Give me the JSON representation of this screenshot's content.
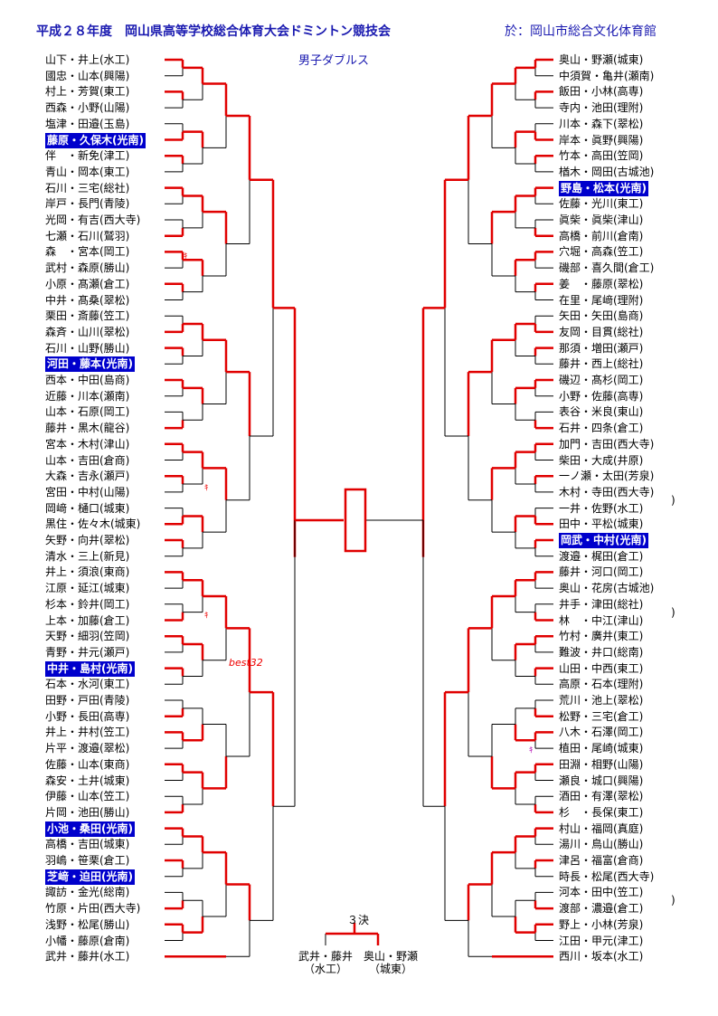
{
  "header": {
    "title": "平成２８年度　岡山県高等学校総合体育大会ドミントン競技会",
    "venue": "於：岡山市総合文化体育館",
    "event": "男子ダブルス"
  },
  "left_entries": [
    {
      "name": "山下・井上(水工)",
      "hl": false
    },
    {
      "name": "國忠・山本(興陽)",
      "hl": false
    },
    {
      "name": "村上・芳賀(東工)",
      "hl": false
    },
    {
      "name": "西森・小野(山陽)",
      "hl": false
    },
    {
      "name": "塩津・田邉(玉島)",
      "hl": false
    },
    {
      "name": "藤原・久保木(光南)",
      "hl": true
    },
    {
      "name": "伴　・新免(津工)",
      "hl": false
    },
    {
      "name": "青山・岡本(東工)",
      "hl": false
    },
    {
      "name": "石川・三宅(総社)",
      "hl": false
    },
    {
      "name": "岸戸・長門(青陵)",
      "hl": false
    },
    {
      "name": "光岡・有吉(西大寺)",
      "hl": false
    },
    {
      "name": "七瀬・石川(鷲羽)",
      "hl": false
    },
    {
      "name": "森　・宮本(岡工)",
      "hl": false
    },
    {
      "name": "武村・森原(勝山)",
      "hl": false
    },
    {
      "name": "小原・髙瀬(倉工)",
      "hl": false
    },
    {
      "name": "中井・髙桑(翠松)",
      "hl": false
    },
    {
      "name": "栗田・斎藤(笠工)",
      "hl": false
    },
    {
      "name": "森斉・山川(翠松)",
      "hl": false
    },
    {
      "name": "石川・山野(勝山)",
      "hl": false
    },
    {
      "name": "河田・藤本(光南)",
      "hl": true
    },
    {
      "name": "西本・中田(島商)",
      "hl": false
    },
    {
      "name": "近藤・川本(瀬南)",
      "hl": false
    },
    {
      "name": "山本・石原(岡工)",
      "hl": false
    },
    {
      "name": "藤井・黒木(龍谷)",
      "hl": false
    },
    {
      "name": "宮本・木村(津山)",
      "hl": false
    },
    {
      "name": "山本・吉田(倉商)",
      "hl": false
    },
    {
      "name": "大森・吉永(瀬戸)",
      "hl": false
    },
    {
      "name": "宮田・中村(山陽)",
      "hl": false
    },
    {
      "name": "岡﨑・樋口(城東)",
      "hl": false
    },
    {
      "name": "黒住・佐々木(城東)",
      "hl": false
    },
    {
      "name": "矢野・向井(翠松)",
      "hl": false
    },
    {
      "name": "清水・三上(新見)",
      "hl": false
    },
    {
      "name": "井上・須浪(東商)",
      "hl": false
    },
    {
      "name": "江原・延江(城東)",
      "hl": false
    },
    {
      "name": "杉本・鈴井(岡工)",
      "hl": false
    },
    {
      "name": "上本・加藤(倉工)",
      "hl": false
    },
    {
      "name": "天野・細羽(笠岡)",
      "hl": false
    },
    {
      "name": "青野・井元(瀬戸)",
      "hl": false
    },
    {
      "name": "中井・島村(光南)",
      "hl": true
    },
    {
      "name": "石本・水河(東工)",
      "hl": false
    },
    {
      "name": "田野・戸田(青陵)",
      "hl": false
    },
    {
      "name": "小野・長田(高専)",
      "hl": false
    },
    {
      "name": "井上・井村(笠工)",
      "hl": false
    },
    {
      "name": "片平・渡邉(翠松)",
      "hl": false
    },
    {
      "name": "佐藤・山本(東商)",
      "hl": false
    },
    {
      "name": "森安・土井(城東)",
      "hl": false
    },
    {
      "name": "伊藤・山本(笠工)",
      "hl": false
    },
    {
      "name": "片岡・池田(勝山)",
      "hl": false
    },
    {
      "name": "小池・桑田(光南)",
      "hl": true
    },
    {
      "name": "高橋・吉田(城東)",
      "hl": false
    },
    {
      "name": "羽嶋・笹栗(倉工)",
      "hl": false
    },
    {
      "name": "芝﨑・迫田(光南)",
      "hl": true
    },
    {
      "name": "諏訪・金光(総南)",
      "hl": false
    },
    {
      "name": "竹原・片田(西大寺)",
      "hl": false
    },
    {
      "name": "浅野・松尾(勝山)",
      "hl": false
    },
    {
      "name": "小幡・藤原(倉南)",
      "hl": false
    },
    {
      "name": "武井・藤井(水工)",
      "hl": false
    }
  ],
  "right_entries": [
    {
      "name": "奥山・野瀬(城東)",
      "hl": false
    },
    {
      "name": "中須賀・亀井(瀬南)",
      "hl": false
    },
    {
      "name": "飯田・小林(高専)",
      "hl": false
    },
    {
      "name": "寺内・池田(理附)",
      "hl": false
    },
    {
      "name": "川本・森下(翠松)",
      "hl": false
    },
    {
      "name": "岸本・眞野(興陽)",
      "hl": false
    },
    {
      "name": "竹本・高田(笠岡)",
      "hl": false
    },
    {
      "name": "楢木・岡田(古城池)",
      "hl": false
    },
    {
      "name": "野島・松本(光南)",
      "hl": true
    },
    {
      "name": "佐藤・光川(東工)",
      "hl": false
    },
    {
      "name": "眞柴・眞柴(津山)",
      "hl": false
    },
    {
      "name": "高橋・前川(倉南)",
      "hl": false
    },
    {
      "name": "穴堀・高森(笠工)",
      "hl": false
    },
    {
      "name": "磯部・喜久間(倉工)",
      "hl": false
    },
    {
      "name": "姜　・藤原(翠松)",
      "hl": false
    },
    {
      "name": "在里・尾﨑(理附)",
      "hl": false
    },
    {
      "name": "矢田・矢田(島商)",
      "hl": false
    },
    {
      "name": "友岡・目貫(総社)",
      "hl": false
    },
    {
      "name": "那須・増田(瀬戸)",
      "hl": false
    },
    {
      "name": "藤井・西上(総社)",
      "hl": false
    },
    {
      "name": "磯辺・髙杉(岡工)",
      "hl": false
    },
    {
      "name": "小野・佐藤(高専)",
      "hl": false
    },
    {
      "name": "表谷・米良(東山)",
      "hl": false
    },
    {
      "name": "石井・四条(倉工)",
      "hl": false
    },
    {
      "name": "加門・吉田(西大寺)",
      "hl": false
    },
    {
      "name": "柴田・大成(井原)",
      "hl": false
    },
    {
      "name": "一ノ瀬・太田(芳泉)",
      "hl": false
    },
    {
      "name": "木村・寺田(西大寺)",
      "hl": false
    },
    {
      "name": "一井・佐野(水工)",
      "hl": false
    },
    {
      "name": "田中・平松(城東)",
      "hl": false
    },
    {
      "name": "岡武・中村(光南)",
      "hl": true
    },
    {
      "name": "渡邉・梶田(倉工)",
      "hl": false
    },
    {
      "name": "藤井・河口(岡工)",
      "hl": false
    },
    {
      "name": "奥山・花房(古城池)",
      "hl": false
    },
    {
      "name": "井手・津田(総社)",
      "hl": false
    },
    {
      "name": "林　・中江(津山)",
      "hl": false
    },
    {
      "name": "竹村・廣井(東工)",
      "hl": false
    },
    {
      "name": "難波・井口(総南)",
      "hl": false
    },
    {
      "name": "山田・中西(東工)",
      "hl": false
    },
    {
      "name": "高原・石本(理附)",
      "hl": false
    },
    {
      "name": "荒川・池上(翠松)",
      "hl": false
    },
    {
      "name": "松野・三宅(倉工)",
      "hl": false
    },
    {
      "name": "八木・石澤(岡工)",
      "hl": false
    },
    {
      "name": "植田・尾崎(城東)",
      "hl": false
    },
    {
      "name": "田淵・相野(山陽)",
      "hl": false
    },
    {
      "name": "瀬良・城口(興陽)",
      "hl": false
    },
    {
      "name": "酒田・有澤(翠松)",
      "hl": false
    },
    {
      "name": "杉　・長保(東工)",
      "hl": false
    },
    {
      "name": "村山・福岡(真庭)",
      "hl": false
    },
    {
      "name": "湯川・鳥山(勝山)",
      "hl": false
    },
    {
      "name": "津呂・福富(倉商)",
      "hl": false
    },
    {
      "name": "時長・松尾(西大寺)",
      "hl": false
    },
    {
      "name": "河本・田中(笠工)",
      "hl": false
    },
    {
      "name": "渡部・濃邉(倉工)",
      "hl": false
    },
    {
      "name": "野上・小林(芳泉)",
      "hl": false
    },
    {
      "name": "江田・甲元(津工)",
      "hl": false
    },
    {
      "name": "西川・坂本(水工)",
      "hl": false
    }
  ],
  "marks": {
    "best32": "best32",
    "tick": "ｷ",
    "paren": ")"
  },
  "third_place": {
    "label": "３決",
    "a_line1": "武井・藤井",
    "a_line2": "（水工）",
    "b_line1": "奥山・野瀬",
    "b_line2": "（城東）"
  },
  "colors": {
    "red": "#e00000",
    "black": "#000000",
    "blue": "#1a1ab0",
    "highlight": "#0000cc"
  }
}
